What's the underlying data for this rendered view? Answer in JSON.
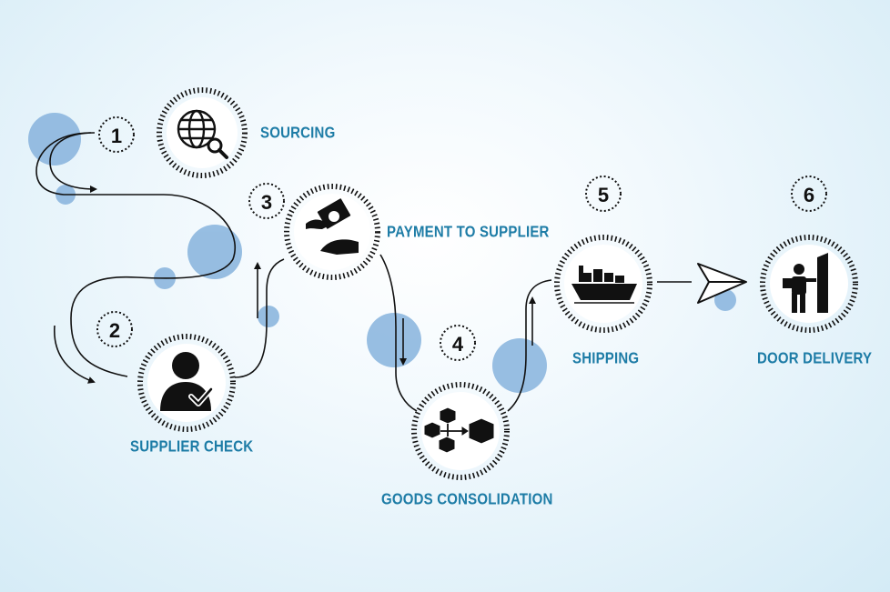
{
  "colors": {
    "accent_text": "#1d7ca6",
    "bubble": "#8ab5de",
    "line": "#111111"
  },
  "steps": [
    {
      "number": "1",
      "label": "SOURCING",
      "icon": "globe-search-icon"
    },
    {
      "number": "2",
      "label": "SUPPLIER CHECK",
      "icon": "user-check-icon"
    },
    {
      "number": "3",
      "label": "PAYMENT TO SUPPLIER",
      "icon": "hand-money-icon"
    },
    {
      "number": "4",
      "label": "GOODS CONSOLIDATION",
      "icon": "boxes-consolidation-icon"
    },
    {
      "number": "5",
      "label": "SHIPPING",
      "icon": "cargo-ship-icon"
    },
    {
      "number": "6",
      "label": "DOOR DELIVERY",
      "icon": "door-delivery-icon"
    }
  ]
}
